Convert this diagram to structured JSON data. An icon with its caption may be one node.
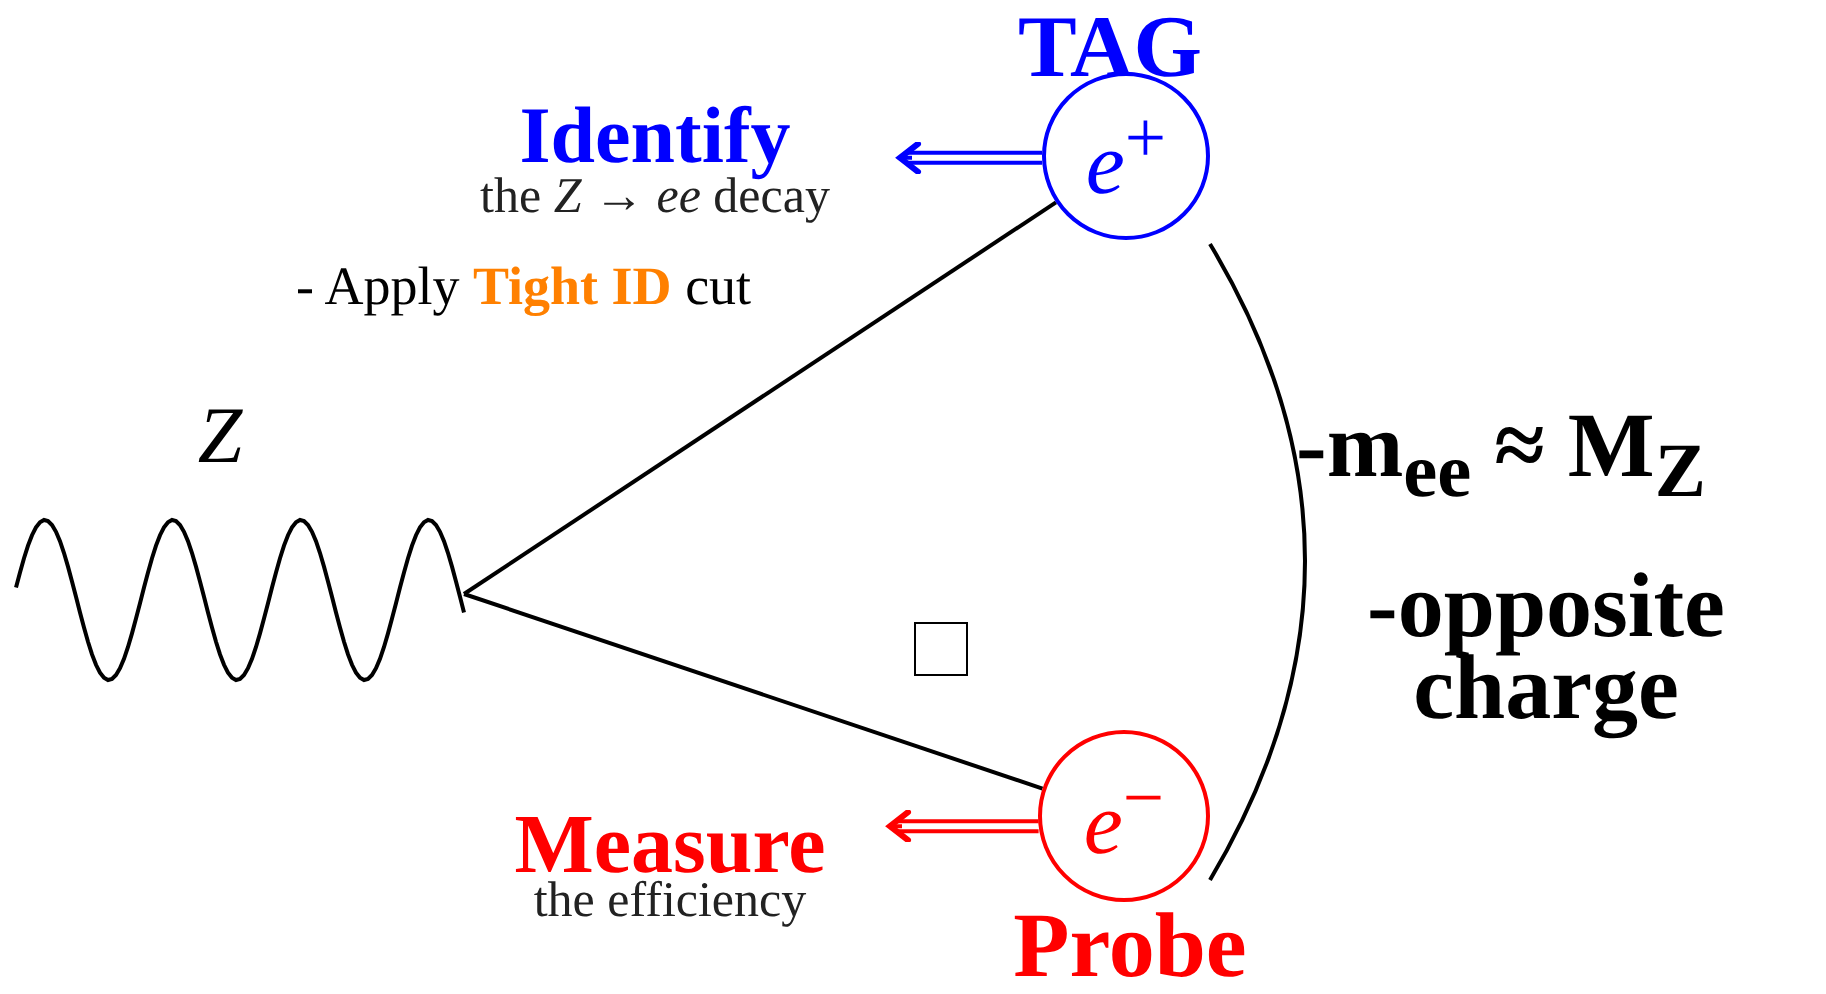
{
  "diagram": {
    "nodes": [
      {
        "text": [
          "Identify",
          "the *Z* → *ee* decay"
        ]
      },
      {
        "text": [
          "*e*$^{+}$"
        ],
        "beside": [
          "TAG"
        ]
      },
      {
        "text": [],
        "shape": "picture",
        "beside": [
          "*Z*"
        ]
      },
      {
        "text": [],
        "shape": "box"
      },
      {
        "text": [
          "*e*$^{−}$"
        ],
        "beside": [
          "Probe"
        ]
      },
      {
        "text": [
          "Measure",
          "the efficiency"
        ]
      }
    ],
    "edges": [
      {
        "from": 2,
        "to": 1,
        "arrow": "none"
      },
      {
        "from": 2,
        "to": 4,
        "arrow": "none"
      },
      {
        "from": 1,
        "to": 0,
        "arrow": "to",
        "color": "#0000ff"
      },
      {
        "from": 4,
        "to": 5,
        "arrow": "to",
        "color": "#ff0000"
      }
    ],
    "labels": [
      "- Apply **Tight ID** cut",
      "-m$_{ee}$ ≈ M$_{Z}$",
      "-opposite charge"
    ]
  }
}
